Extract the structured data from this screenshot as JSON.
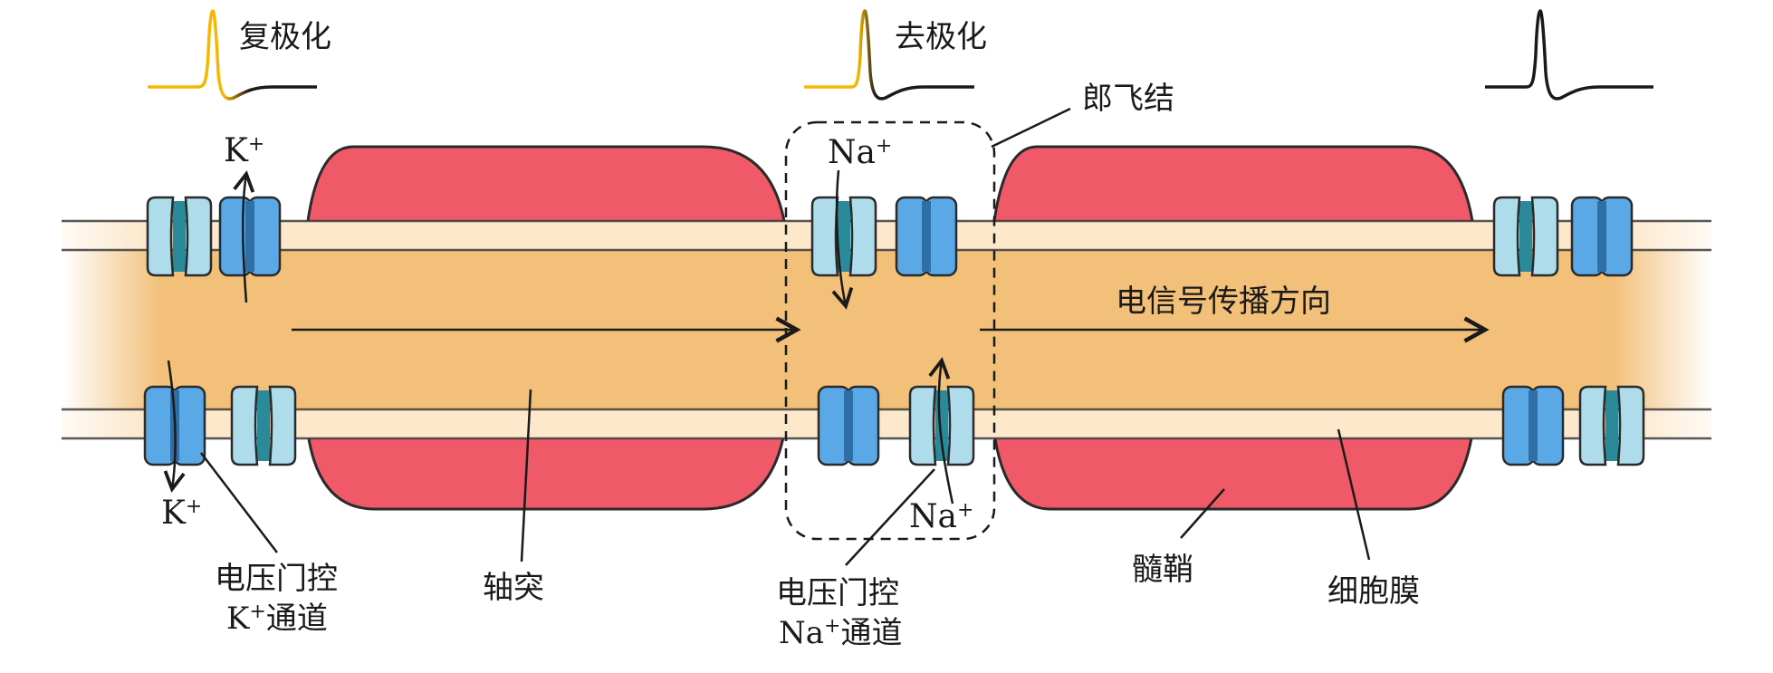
{
  "waveforms": {
    "repolarization": "复极化",
    "depolarization": "去极化"
  },
  "labels": {
    "node_of_ranvier": "郎飞结",
    "signal_direction": "电信号传播方向",
    "axon": "轴突",
    "myelin_sheath": "髓鞘",
    "cell_membrane": "细胞膜",
    "k_channel_line1": "电压门控",
    "k_channel_line2": "通道",
    "na_channel_line1": "电压门控",
    "na_channel_line2": "通道"
  },
  "ions": {
    "k": "K",
    "na": "Na",
    "plus": "+"
  },
  "colors": {
    "axon": "#f2c079",
    "membrane": "#fde8cc",
    "myelin": "#f05a68",
    "channel_dark": "#5aa8e6",
    "channel_light": "#aedcea",
    "channel_pore": "#2b8a9a",
    "waveform_yellow": "#f5b800",
    "waveform_dark": "#1a1a1a"
  }
}
